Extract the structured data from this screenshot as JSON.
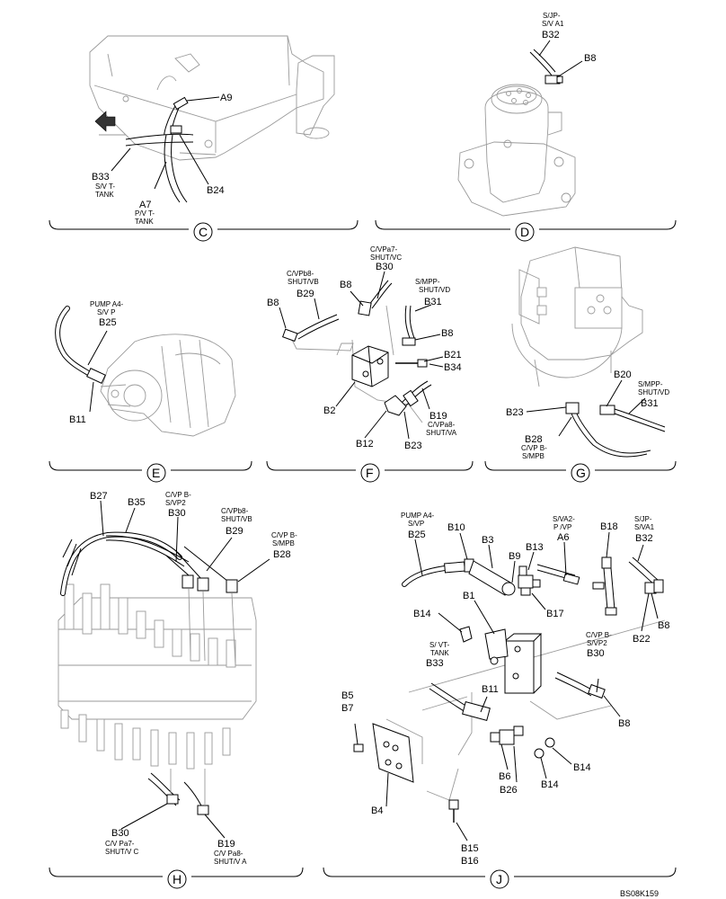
{
  "sections": {
    "C": "C",
    "D": "D",
    "E": "E",
    "F": "F",
    "G": "G",
    "H": "H",
    "J": "J"
  },
  "labels": {
    "A9": "A9",
    "B33": "B33",
    "A7": "A7",
    "B24": "B24",
    "B32": "B32",
    "B8": "B8",
    "B25": "B25",
    "B11": "B11",
    "B29": "B29",
    "B30": "B30",
    "B31": "B31",
    "B21": "B21",
    "B34": "B34",
    "B2": "B2",
    "B19": "B19",
    "B12": "B12",
    "B23": "B23",
    "B20": "B20",
    "B28": "B28",
    "B27": "B27",
    "B35": "B35",
    "B10": "B10",
    "B3": "B3",
    "B9": "B9",
    "B13": "B13",
    "A6": "A6",
    "B18": "B18",
    "B1": "B1",
    "B17": "B17",
    "B14": "B14",
    "B22": "B22",
    "B5": "B5",
    "B7": "B7",
    "B6": "B6",
    "B26": "B26",
    "B4": "B4",
    "B15": "B15",
    "B16": "B16"
  },
  "notes": {
    "c_b33": [
      "S/V T-",
      "TANK"
    ],
    "c_a7": [
      "P/V T-",
      "TANK"
    ],
    "d_b32": [
      "S/JP-",
      "S/V A1"
    ],
    "e_b25": [
      "PUMP A4-",
      "S/V P"
    ],
    "f_b29": [
      "C/VPb8-",
      "SHUT/VB"
    ],
    "f_b30": [
      "C/VPa7-",
      "SHUT/VC"
    ],
    "f_b31": [
      "S/MPP-",
      "SHUT/VD"
    ],
    "f_b19": [
      "C/VPa8-",
      "SHUT/VA"
    ],
    "g_b31": [
      "S/MPP-",
      "SHUT/VD"
    ],
    "g_b28": [
      "C/VP B-",
      "S/MPB"
    ],
    "h_b30": [
      "C/VP B-",
      "S/VP2"
    ],
    "h_b29": [
      "C/VPb8-",
      "SHUT/VB"
    ],
    "h_b28": [
      "C/VP B-",
      "S/MPB"
    ],
    "h_b30b": [
      "C/V Pa7-",
      "SHUT/V C"
    ],
    "h_b19": [
      "C/V Pa8-",
      "SHUT/V A"
    ],
    "j_b25": [
      "PUMP A4-",
      "S/VP"
    ],
    "j_a6": [
      "S/VA2-",
      "P /VP"
    ],
    "j_b32": [
      "S/JP-",
      "S/VA1"
    ],
    "j_b33": [
      "S/ VT-",
      "TANK"
    ],
    "j_b30": [
      "C/VP B-",
      "S/VP2"
    ]
  },
  "reference": "BS08K159"
}
